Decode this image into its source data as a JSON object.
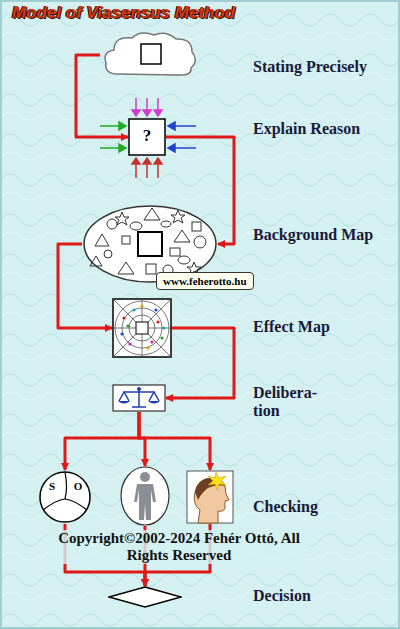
{
  "diagram": {
    "title": "Model of Viasensus Method",
    "nodes": [
      {
        "text": [
          "Stating Precisely"
        ]
      },
      {
        "text": [
          "?",
          "Explain Reason"
        ]
      },
      {
        "text": [
          "Background Map"
        ]
      },
      {
        "text": [
          "www.feherotto.hu"
        ]
      },
      {
        "text": [
          "Effect Map"
        ]
      },
      {
        "text": [
          "Delibera- tion"
        ]
      },
      {
        "text": [
          "S",
          "O"
        ]
      },
      {
        "text": []
      },
      {
        "text": [
          "Checking"
        ]
      },
      {
        "text": [
          "Decision"
        ]
      }
    ],
    "edges": [
      {
        "from": 0,
        "to": 1,
        "arrow": "to"
      },
      {
        "from": 1,
        "to": 2,
        "arrow": "to"
      },
      {
        "from": 2,
        "to": 4,
        "arrow": "to"
      },
      {
        "from": 4,
        "to": 5,
        "arrow": "to"
      },
      {
        "from": 5,
        "to": 6,
        "arrow": "to"
      },
      {
        "from": 5,
        "to": 7,
        "arrow": "to"
      },
      {
        "from": 5,
        "to": 8,
        "arrow": "to"
      },
      {
        "from": 6,
        "to": 9,
        "arrow": "to"
      },
      {
        "from": 7,
        "to": 9,
        "arrow": "to"
      },
      {
        "from": 8,
        "to": 9,
        "arrow": "to"
      }
    ],
    "labels": [
      "Copyright©2002-2024 Fehér Ottó, All Rights Reserved"
    ]
  }
}
